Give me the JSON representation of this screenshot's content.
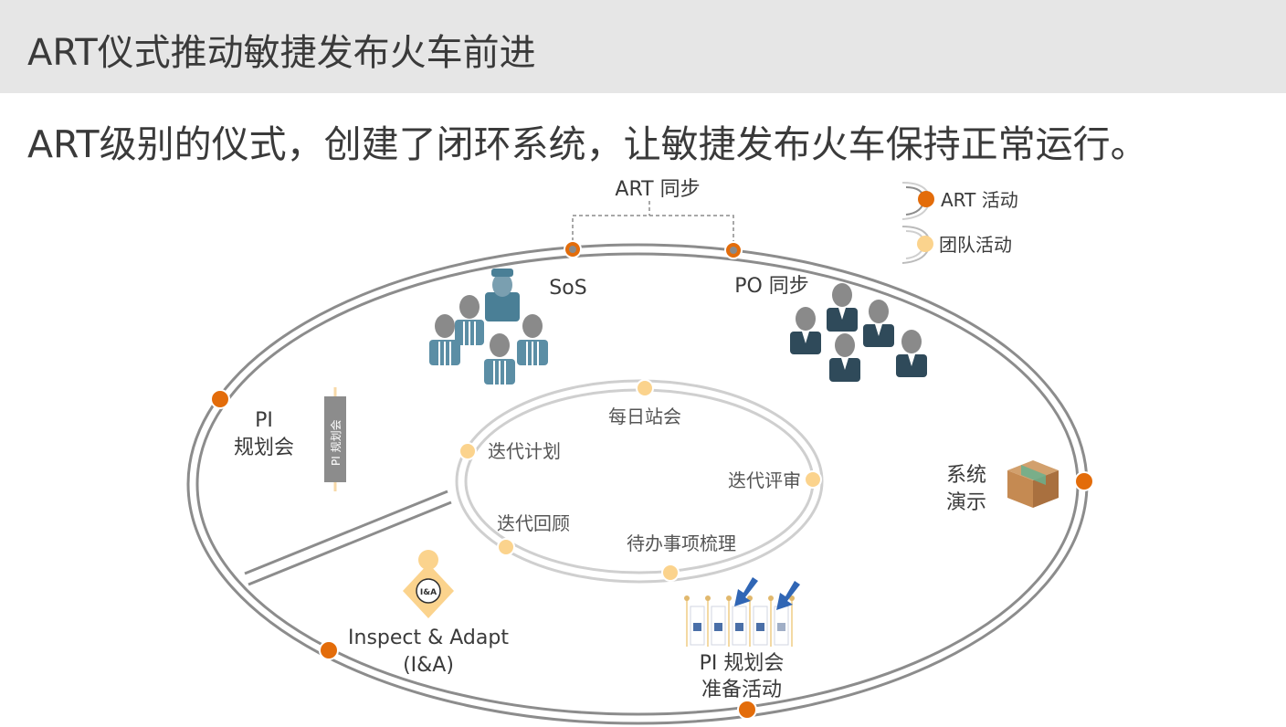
{
  "page": {
    "title": "ART仪式推动敏捷发布火车前进",
    "subtitle": "ART级别的仪式，创建了闭环系统，让敏捷发布火车保持正常运行。"
  },
  "legend": {
    "art_activity": "ART 活动",
    "team_activity": "团队活动"
  },
  "outer_events": {
    "art_sync": "ART 同步",
    "sos": "SoS",
    "po_sync": "PO 同步",
    "pi_planning_line1": "PI",
    "pi_planning_line2": "规划会",
    "pi_planning_banner": "PI 规划会",
    "system_demo_line1": "系统",
    "system_demo_line2": "演示",
    "ia_line1": "Inspect & Adapt",
    "ia_line2": "(I&A)",
    "ia_badge": "I&A",
    "pi_prep_line1": "PI 规划会",
    "pi_prep_line2": "准备活动"
  },
  "inner_events": {
    "daily_standup": "每日站会",
    "iteration_planning": "迭代计划",
    "iteration_review": "迭代评审",
    "iteration_retro": "迭代回顾",
    "backlog_refinement": "待办事项梳理"
  },
  "colors": {
    "art_dot": "#e36c0a",
    "team_dot": "#fbd38d",
    "ring": "#8c8c8c",
    "inner_ring": "#cccccc",
    "team_blue": "#4a7f96",
    "po_navy": "#2f4a5a",
    "person_gray": "#8a8a8a"
  },
  "icons": [
    "scrum-team-icon",
    "product-owners-icon",
    "pi-banner-icon",
    "system-box-icon",
    "ia-diamond-icon",
    "backlog-board-icon"
  ]
}
